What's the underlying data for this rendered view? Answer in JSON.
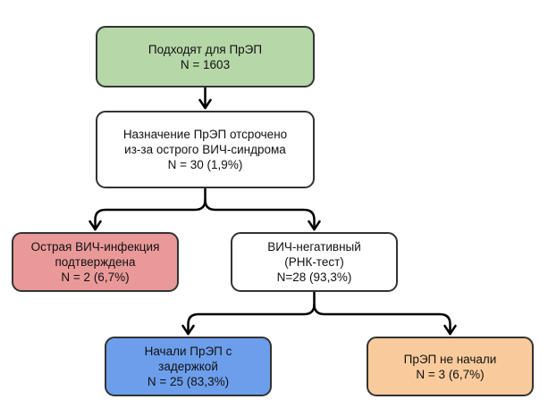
{
  "diagram": {
    "type": "flowchart",
    "nodes": [
      {
        "id": "eligible",
        "lines": [
          "Подходят для ПрЭП",
          "N = 1603"
        ],
        "fill": "#b6d7a8"
      },
      {
        "id": "deferred",
        "lines": [
          "Назначение ПрЭП отсрочено",
          "из-за острого ВИЧ-синдрома",
          "N = 30 (1,9%)"
        ],
        "fill": "#ffffff"
      },
      {
        "id": "acute-confirmed",
        "lines": [
          "Острая ВИЧ-инфекция",
          "подтверждена",
          "N = 2 (6,7%)"
        ],
        "fill": "#ea9999"
      },
      {
        "id": "hiv-negative",
        "lines": [
          "ВИЧ-негативный",
          "(РНК-тест)",
          "N=28 (93,3%)"
        ],
        "fill": "#ffffff"
      },
      {
        "id": "started-delayed",
        "lines": [
          "Начали ПрЭП с",
          "задержкой",
          "N = 25 (83,3%)"
        ],
        "fill": "#6d9eeb"
      },
      {
        "id": "not-started",
        "lines": [
          "ПрЭП не начали",
          "N = 3 (6,7%)"
        ],
        "fill": "#f9cb9c"
      }
    ],
    "edges": [
      {
        "from": "eligible",
        "to": "deferred"
      },
      {
        "from": "deferred",
        "to": "acute-confirmed"
      },
      {
        "from": "deferred",
        "to": "hiv-negative"
      },
      {
        "from": "hiv-negative",
        "to": "started-delayed"
      },
      {
        "from": "hiv-negative",
        "to": "not-started"
      }
    ],
    "colors": {
      "border": "#333333",
      "edge": "#000000"
    }
  }
}
